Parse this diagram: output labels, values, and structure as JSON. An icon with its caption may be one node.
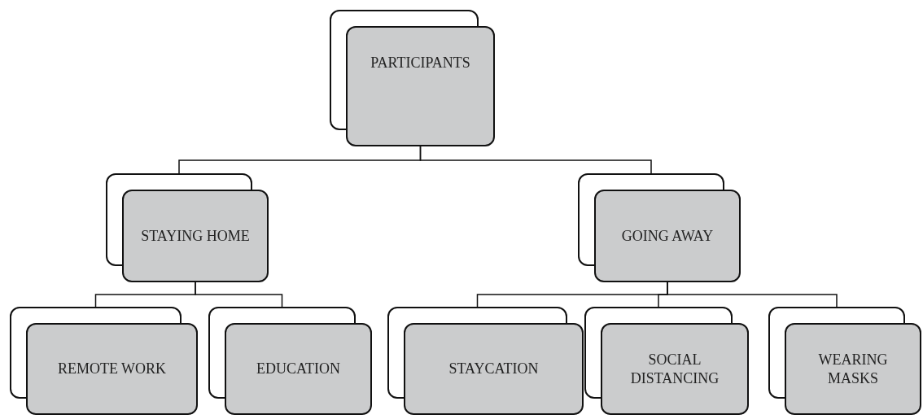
{
  "diagram": {
    "nodes": [
      {
        "text": [
          "PARTICIPANTS"
        ]
      },
      {
        "text": [
          "STAYING HOME"
        ]
      },
      {
        "text": [
          "GOING AWAY"
        ]
      },
      {
        "text": [
          "REMOTE WORK"
        ]
      },
      {
        "text": [
          "EDUCATION"
        ]
      },
      {
        "text": [
          "STAYCATION"
        ]
      },
      {
        "text": [
          "SOCIAL DISTANCING"
        ]
      },
      {
        "text": [
          "WEARING MASKS"
        ]
      }
    ],
    "edges": [
      {
        "from": 0,
        "to": 1,
        "arrow": "none"
      },
      {
        "from": 0,
        "to": 2,
        "arrow": "none"
      },
      {
        "from": 1,
        "to": 3,
        "arrow": "none"
      },
      {
        "from": 1,
        "to": 4,
        "arrow": "none"
      },
      {
        "from": 2,
        "to": 5,
        "arrow": "none"
      },
      {
        "from": 2,
        "to": 6,
        "arrow": "none"
      },
      {
        "from": 2,
        "to": 7,
        "arrow": "none"
      }
    ]
  }
}
